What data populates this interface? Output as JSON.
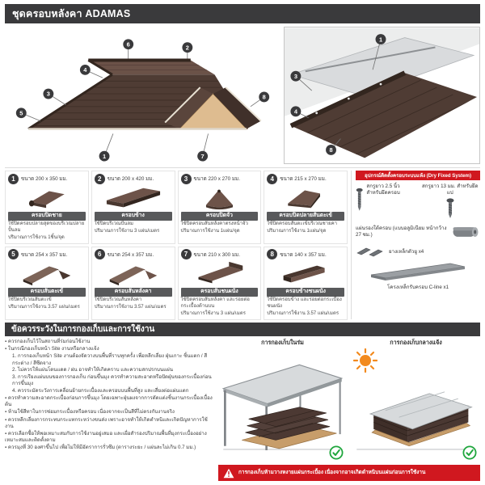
{
  "header": {
    "title": "ชุดครอบหลังคา ADAMAS"
  },
  "diagram": {
    "roof_callouts": [
      "6",
      "4",
      "3",
      "2",
      "8",
      "5",
      "7",
      "1"
    ],
    "detail_callouts": [
      "1",
      "3",
      "4",
      "8"
    ]
  },
  "products": [
    {
      "num": "1",
      "size": "ขนาด 200 x 350 มม.",
      "name": "ครอบปิดชาย",
      "usage": "ใช้ปิดครอบปลายสุดของบริเวณปลายปั้นลม",
      "qty": "ปริมาณการใช้งาน 1ชิ้น/จุด"
    },
    {
      "num": "2",
      "size": "ขนาด 200 x 420 มม.",
      "name": "ครอบข้าง",
      "usage": "ใช้ปิดบริเวณปั้นลม",
      "qty": "ปริมาณการใช้งาน 3 แผ่น/เมตร"
    },
    {
      "num": "3",
      "size": "ขนาด 220 x 270 มม.",
      "name": "ครอบปิดจั่ว",
      "usage": "ใช้ปิดครอบสันหลังคาตรงหน้าจั่ว",
      "qty": "ปริมาณการใช้งาน 1แผ่น/จุด"
    },
    {
      "num": "4",
      "size": "ขนาด 215 x 270 มม.",
      "name": "ครอบปิดปลายสันตะเข้",
      "usage": "ใช้ปิดครอบสันตะเข้บริเวณชายคา",
      "qty": "ปริมาณการใช้งาน 1แผ่น/จุด"
    },
    {
      "num": "5",
      "size": "ขนาด 254 x 357 มม.",
      "name": "ครอบสันตะเข้",
      "usage": "ใช้ปิดบริเวณสันตะเข้",
      "qty": "ปริมาณการใช้งาน 3.57 แผ่น/เมตร"
    },
    {
      "num": "6",
      "size": "ขนาด 254 x 357 มม.",
      "name": "ครอบสันหลังคา",
      "usage": "ใช้ปิดบริเวณสันหลังคา",
      "qty": "ปริมาณการใช้งาน 3.57 แผ่น/เมตร"
    },
    {
      "num": "7",
      "size": "ขนาด 210 x 300 มม.",
      "name": "ครอบสันชนผนัง",
      "usage": "ใช้ปิดครอบสันหลังคา และรอยต่อกระเบื้องด้านบน",
      "qty": "ปริมาณการใช้งาน 3 แผ่น/เมตร"
    },
    {
      "num": "8",
      "size": "ขนาด 140 x 357 มม.",
      "name": "ครอบข้างชนผนัง",
      "usage": "ใช้ปิดครอบข้าง และรอยต่อกระเบื้องชนผนัง",
      "qty": "ปริมาณการใช้งาน 3.57 แผ่น/เมตร"
    }
  ],
  "accessories": {
    "banner": "อุปกรณ์ติดตั้งครอบระบบแห้ง (Dry Fixed System)",
    "screw_long": "สกรูยาว 2.5 นิ้ว สำหรับยึดครอบ",
    "screw_short": "สกรูยาว 13 มม. สำหรับยึดแป",
    "underlay": "แผ่นรองใต้ครอบ (แบบอลูมิเนียม หน้ากว้าง 27 ซม.)",
    "clamp": "ยางเหล็กตัวยู x4",
    "frame": "โครงเหล็กรับครอบ C-line x1"
  },
  "caution": {
    "title": "ข้อควรระวังในการกองเก็บและการใช้งาน",
    "intro": "ควรกองเก็บไว้ในสถานที่ร่มก่อนใช้งาน",
    "site_note": "ในกรณีกองเก็บหน้า Site งานหรือกลางแจ้ง",
    "site_items": [
      "การกองเก็บหน้า Site งานต้องจัดวางบนพื้นที่ราบทุกครั้ง เพื่อหลีกเลี่ยง ฝุ่นเกาะ ชิ้นแตก / สีกระด่าง / สีซีดจาง",
      "ไม่ควรให้แผ่นโดนแดด / ฝน อาจทำให้เกิดคราบ และความสกปรกบนแผ่น",
      "การเรียงแผ่นบนของการกองเก็บ ก่อนขึ้นมุง ควรทำความสะอาดหรือปัดฝุ่นของกระเบื้องก่อนการขึ้นมุง",
      "ควรระมัดระวังการเคลื่อนย้ายกระเบื้องและครอบบนพื้นที่สูง และเสี่ยงต่อแผ่นแตก"
    ],
    "bullets": [
      "ควรทำความสะอาดกระเบื้องก่อนการขึ้นมุง โดยเฉพาะฝุ่นผงจากการตัดแต่งชิ้นงานกระเบื้องเบื้องต้น",
      "ห้ามใช้สีทาในการซ่อมกระเบื้องหรือครอบ เนื่องจากจะเป็นสีที่ไม่ตรงกับงานจริง",
      "ควรหลีกเลี่ยงการกระทบกระแทกระหว่างขนส่ง เพราะอาจทำให้เกิดตำหนิและเกิดปัญหาการใช้งาน",
      "ควรเลือกซื้อให้พอเหมาะสมกับการใช้งานอยู่เสมอ และเผื่อสำรองปริมาณพื้นที่มุงกระเบื้องอย่างเหมาะสมและติดตั้งตาม",
      "ควรมุงที่ 30 องศาขึ้นไป เพื่อไม่ให้มีอัตราการรั่วซึม (ตารางระยะ / แผ่นละไม่เกิน 0.7 มม.)"
    ],
    "storage_indoor": "การกองเก็บในร่ม",
    "storage_outdoor": "การกองเก็บกลางแจ้ง",
    "warning": "การกองเก็บห้ามวางหงายแผ่นกระเบื้อง เนื่องจากอาจเกิดตำหนิบนแผ่นก่อนการใช้งาน"
  },
  "colors": {
    "header_bg": "#3a3a3c",
    "panel_gray": "#58595b",
    "accent_red": "#d0181f",
    "check_green": "#1fa63d",
    "tile_brown": "#4f3c34",
    "wood_tan": "#debc90"
  }
}
